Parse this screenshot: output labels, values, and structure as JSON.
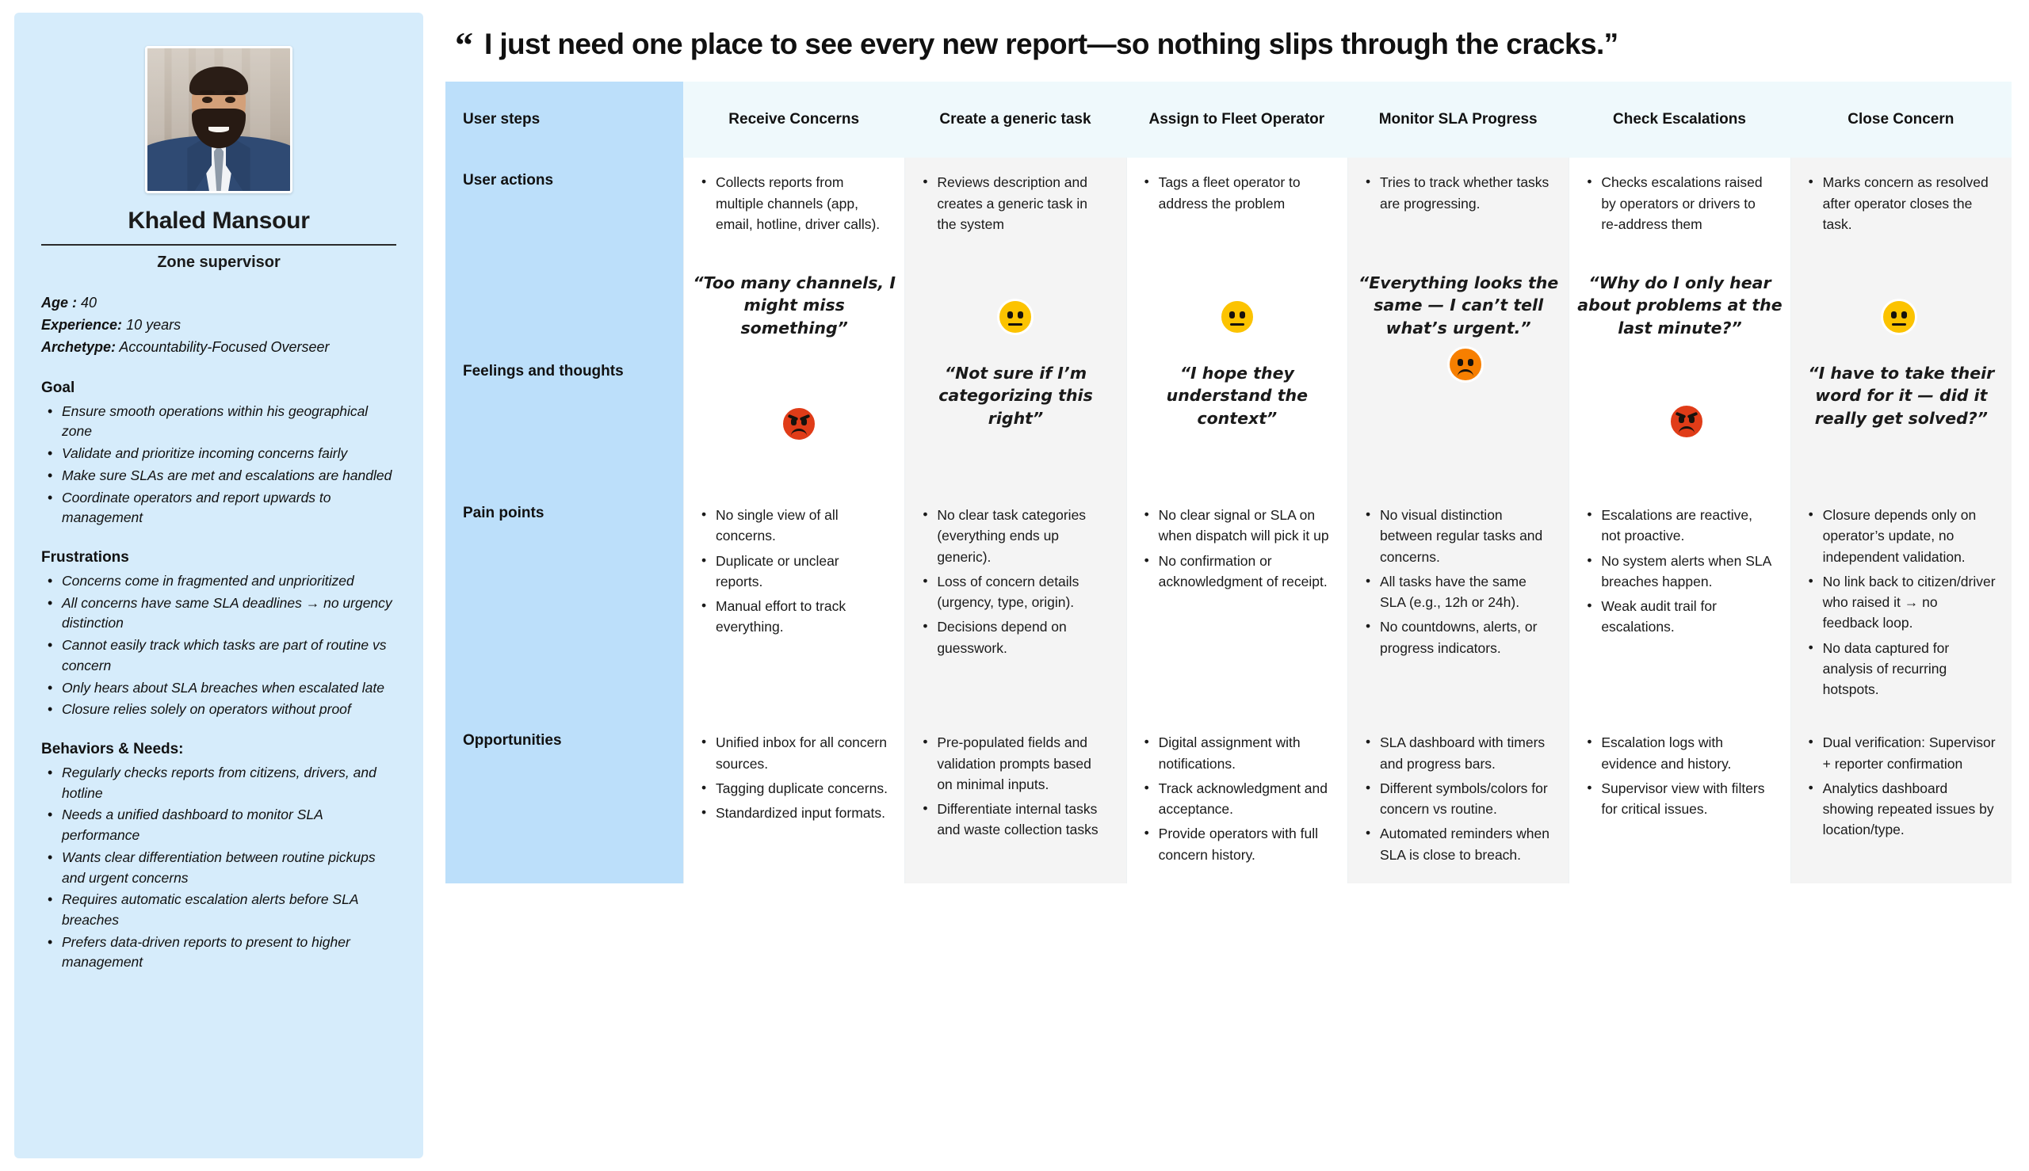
{
  "persona": {
    "name": "Khaled Mansour",
    "role": "Zone supervisor",
    "avatar_icon": "portrait-photo",
    "meta": [
      {
        "label": "Age :",
        "value": "40"
      },
      {
        "label": "Experience:",
        "value": "10 years"
      },
      {
        "label": "Archetype:",
        "value": "Accountability-Focused Overseer"
      }
    ],
    "sections": [
      {
        "title": "Goal",
        "items": [
          "Ensure smooth operations within his geographical zone",
          "Validate and prioritize incoming concerns fairly",
          "Make sure SLAs are met and escalations are handled",
          "Coordinate operators and report upwards to management"
        ]
      },
      {
        "title": "Frustrations",
        "items": [
          "Concerns come in fragmented and unprioritized",
          "All concerns have same SLA deadlines → no urgency distinction",
          "Cannot easily track which tasks are part of routine vs concern",
          "Only hears about SLA breaches when escalated late",
          "Closure relies solely on operators without proof"
        ]
      },
      {
        "title": "Behaviors & Needs:",
        "items": [
          "Regularly checks reports from citizens, drivers, and hotline",
          "Needs a unified dashboard to monitor SLA performance",
          "Wants clear differentiation between routine pickups and urgent concerns",
          "Requires automatic escalation alerts before SLA breaches",
          "Prefers data-driven reports to present to higher management"
        ]
      }
    ]
  },
  "header": {
    "quote_mark": "“",
    "quote": "I just need one place to see every new report—so nothing slips through the cracks.”"
  },
  "journey": {
    "steps_label": "User steps",
    "steps": [
      "Receive Concerns",
      "Create a generic task",
      "Assign to Fleet Operator",
      "Monitor SLA Progress",
      "Check Escalations",
      "Close Concern"
    ],
    "rows": [
      {
        "label": "User actions",
        "cells": [
          [
            "Collects reports from multiple channels (app, email, hotline, driver calls)."
          ],
          [
            "Reviews description and creates a generic task in the system"
          ],
          [
            "Tags a fleet operator to address the problem"
          ],
          [
            "Tries to track whether tasks are progressing."
          ],
          [
            "Checks escalations raised by operators or drivers to re-address them"
          ],
          [
            "Marks concern as resolved after operator closes the task."
          ]
        ]
      },
      {
        "label": "Pain points",
        "cells": [
          [
            "No single view of all concerns.",
            "Duplicate or unclear reports.",
            "Manual effort to track everything."
          ],
          [
            "No clear task categories (everything ends up generic).",
            "Loss of concern details (urgency, type, origin).",
            "Decisions depend on guesswork."
          ],
          [
            "No clear signal or SLA on when dispatch will pick it up",
            "No confirmation or acknowledgment of receipt."
          ],
          [
            "No visual distinction between regular tasks and concerns.",
            "All tasks have the same SLA (e.g., 12h or 24h).",
            "No countdowns, alerts, or progress indicators."
          ],
          [
            "Escalations are reactive, not proactive.",
            "No system alerts when SLA breaches happen.",
            "Weak audit trail for escalations."
          ],
          [
            "Closure depends only on operator’s update, no independent validation.",
            "No link back to citizen/driver who raised it → no feedback loop.",
            "No data captured for analysis of recurring hotspots."
          ]
        ]
      },
      {
        "label": "Opportunities",
        "cells": [
          [
            "Unified inbox for all concern sources.",
            "Tagging duplicate concerns.",
            "Standardized input formats."
          ],
          [
            "Pre-populated fields and validation prompts based on minimal inputs.",
            "Differentiate internal tasks and waste collection tasks"
          ],
          [
            "Digital assignment with notifications.",
            "Track acknowledgment and acceptance.",
            "Provide operators with full concern history."
          ],
          [
            "SLA dashboard with timers and progress bars.",
            "Different symbols/colors for concern vs routine.",
            "Automated reminders when SLA is close to breach."
          ],
          [
            "Escalation logs with evidence and history.",
            "Supervisor view with filters for critical issues."
          ],
          [
            "Dual verification: Supervisor + reporter confirmation",
            "Analytics dashboard showing repeated issues by location/type."
          ]
        ]
      }
    ],
    "feelings": {
      "label": "Feelings and thoughts",
      "points": [
        {
          "mood": "angry",
          "color": "#e03c18",
          "quote": "“Too many channels, I might miss something”",
          "quote_pos": "top",
          "x": 0.52,
          "y": 0.72
        },
        {
          "mood": "neutral",
          "color": "#fcc300",
          "quote": "“Not sure if I’m categorizing this right”",
          "quote_pos": "bottom",
          "x": 0.5,
          "y": 0.27
        },
        {
          "mood": "neutral",
          "color": "#fcc300",
          "quote": "“I hope they understand the context”",
          "quote_pos": "bottom",
          "x": 0.5,
          "y": 0.27
        },
        {
          "mood": "sad",
          "color": "#f77f00",
          "quote": "“Everything looks the same — I can’t tell what’s urgent.”",
          "quote_pos": "top",
          "x": 0.53,
          "y": 0.47
        },
        {
          "mood": "angry",
          "color": "#e03c18",
          "quote": "“Why do I only hear about problems at the last minute?”",
          "quote_pos": "top",
          "x": 0.53,
          "y": 0.71
        },
        {
          "mood": "neutral",
          "color": "#fcc300",
          "quote": "“I have to take their word for it — did it really get solved?”",
          "quote_pos": "bottom",
          "x": 0.49,
          "y": 0.27
        }
      ],
      "line_color": "#2b2b2b"
    }
  },
  "colors": {
    "sidebar_bg": "#d6ecfb",
    "row_label_bg": "#bcdffa",
    "header_bg": "#eff9fc",
    "tint_cell": "#f4f4f4",
    "plain_cell": "#ffffff"
  }
}
